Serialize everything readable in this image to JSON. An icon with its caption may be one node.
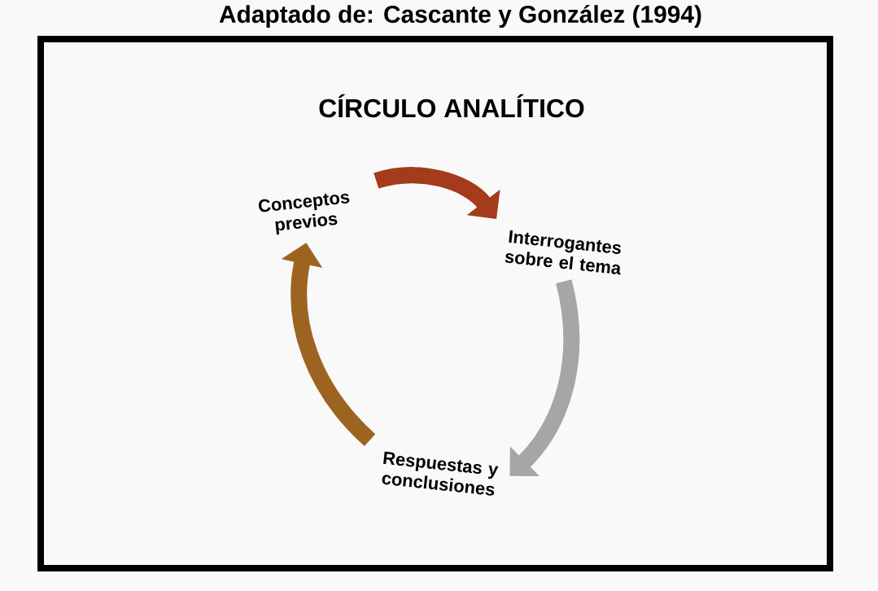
{
  "diagram": {
    "title": "CÍRCULO ANALÍTICO",
    "caption": "Adaptado de: Cascante y González (1994)",
    "nodes": [
      {
        "text": [
          "Conceptos previos"
        ]
      },
      {
        "text": [
          "Interrogantes sobre el tema"
        ]
      },
      {
        "text": [
          "Respuestas y conclusiones"
        ]
      }
    ],
    "edges": [
      {
        "from": 0,
        "to": 1,
        "arrow": "to",
        "color": "#a33b1c"
      },
      {
        "from": 1,
        "to": 2,
        "arrow": "to",
        "color": "#a6a6a6"
      },
      {
        "from": 2,
        "to": 0,
        "arrow": "to",
        "color": "#9c6420"
      }
    ]
  }
}
